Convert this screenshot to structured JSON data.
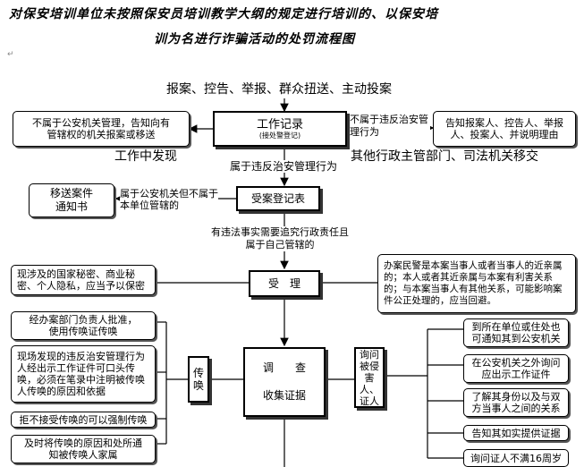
{
  "title": {
    "line1": "对保安培训单位未按照保安员培训教学大纲的规定进行培训的、以保安培",
    "line2": "训为名进行诈骗活动的处罚流程图"
  },
  "sources": "报案、控告、举报、群众扭送、主动投案",
  "work_record": {
    "main": "工作记录",
    "sub": "(接处警登记)"
  },
  "left_not_police": "不属于公安机关管理，告知向有管辖权的机关报案或移送",
  "right_not_violation_label": "不属于违反治安管理行为",
  "right_inform": "告知报案人、控告人、举报人、投案人、并说明理由",
  "found_in_work": "工作中发现",
  "other_depts": "其他行政主管部门、司法机关移交",
  "is_violation": "属于违反治安管理行为",
  "case_register": "受案登记表",
  "transfer_notice": "移送案件通知书",
  "belongs_police_not_unit": "属于公安机关但不属于本单位管辖的",
  "has_fact": "有违法事实需要追究行政责任且属于自己管辖的",
  "accept": "受　理",
  "secrets_note": "现涉及的国家秘密、商业秘密、个人隐私，应当予以保密",
  "recusal_note": "办案民警是本案当事人或者当事人的近亲属的；本人或者其近亲属与本案有利害关系的；与本案当事人有其他关系，可能影响案件公正处理的，应当回避。",
  "summon": "传唤",
  "summon_items": [
    "经办案部门负责人批准，使用传唤证传唤",
    "现场发现的违反治安管理行为人经出示工作证件可口头传唤，必须在笔录中注明被传唤人传唤的原因和依据",
    "拒不接受传唤的可以强制传唤",
    "及时将传唤的原因和处所通知被传唤人家属"
  ],
  "investigate": {
    "line1": "调　　查",
    "line2": "收集证据"
  },
  "question": "询问被侵害人、证人",
  "question_items": [
    "到所在单位或住处也可通知其到公安机关",
    "在公安机关之外询问应出示工作证件",
    "了解其身份以及与双方当事人之间的关系",
    "告知其如实提供证据",
    "询问证人不满16周岁"
  ]
}
